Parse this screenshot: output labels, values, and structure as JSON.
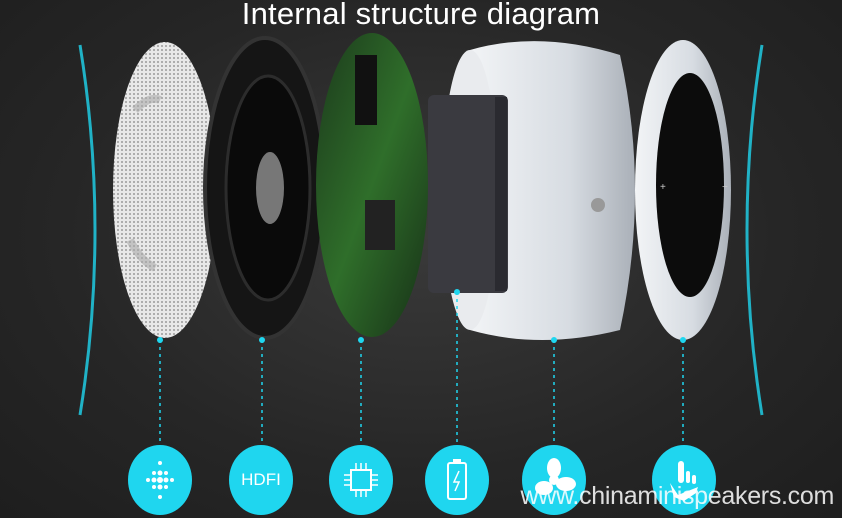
{
  "title": "Internal structure diagram",
  "components": [
    {
      "name": "grille-cover",
      "icon": "dot-diamond-icon"
    },
    {
      "name": "speaker-driver",
      "icon": "hdfi-badge",
      "label": "HDFI"
    },
    {
      "name": "circuit-board",
      "icon": "chip-icon"
    },
    {
      "name": "battery",
      "icon": "battery-charging-icon"
    },
    {
      "name": "aluminum-housing",
      "icon": "fan-icon"
    },
    {
      "name": "touch-panel",
      "icon": "touch-hand-icon"
    }
  ],
  "watermark": "www.chinaminispeakers.com",
  "colors": {
    "accent": "#1fd6ef",
    "background": "#262626"
  }
}
